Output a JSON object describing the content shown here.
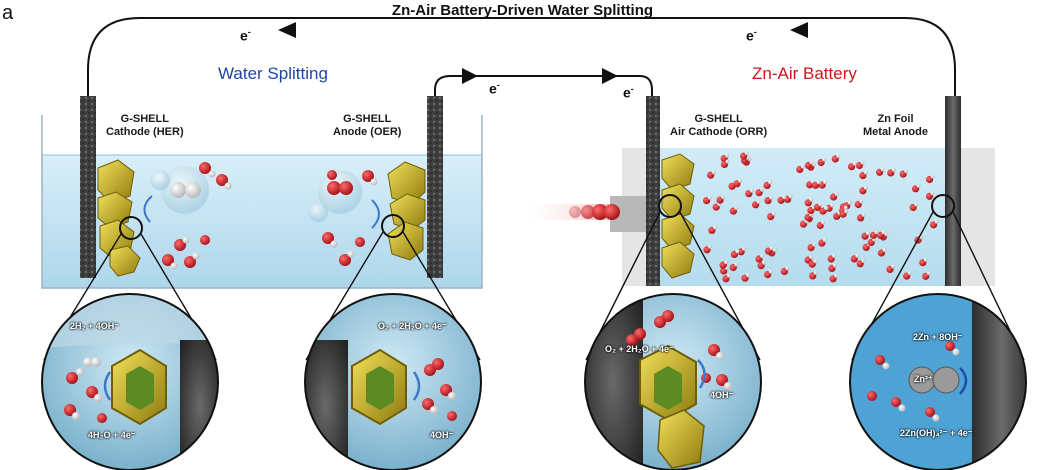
{
  "panel_letter": "a",
  "title": "Zn-Air  Battery-Driven Water Splitting",
  "water_splitting": {
    "title": "Water Splitting",
    "cathode_label_1": "G-SHELL",
    "cathode_label_2": "Cathode (HER)",
    "anode_label_1": "G-SHELL",
    "anode_label_2": "Anode (OER)",
    "her_eq_top": "2H₂ + 4OH⁻",
    "her_eq_bottom": "4H₂O + 4e⁻",
    "oer_eq_top": "O₂ + 2H₂O + 4e⁻",
    "oer_eq_bottom": "4OH⁻"
  },
  "zn_air_battery": {
    "title": "Zn-Air Battery",
    "cathode_label_1": "G-SHELL",
    "cathode_label_2": "Air Cathode (ORR)",
    "anode_label_1": "Zn Foil",
    "anode_label_2": "Metal Anode",
    "orr_eq_top": "O₂ + 2H₂O + 4e⁻",
    "orr_eq_bottom": "4OH⁻",
    "zn_eq_top": "2Zn + 8OH⁻",
    "zn_eq_bottom": "2Zn(OH)₄²⁻ + 4e⁻",
    "zn_ion_label": "Zn²⁺"
  },
  "electron_label": "e",
  "electron_sup": "-",
  "colors": {
    "water_splitting_title": "#1f45a6",
    "zn_air_title": "#d1141b",
    "electrolyte": "#bfe3f2",
    "catalyst": "#c9b21f",
    "oxygen": "#d4242a",
    "hydrogen": "#f0f0f0",
    "electrode": "#3a3a3a",
    "zn_foil": "#444444"
  }
}
